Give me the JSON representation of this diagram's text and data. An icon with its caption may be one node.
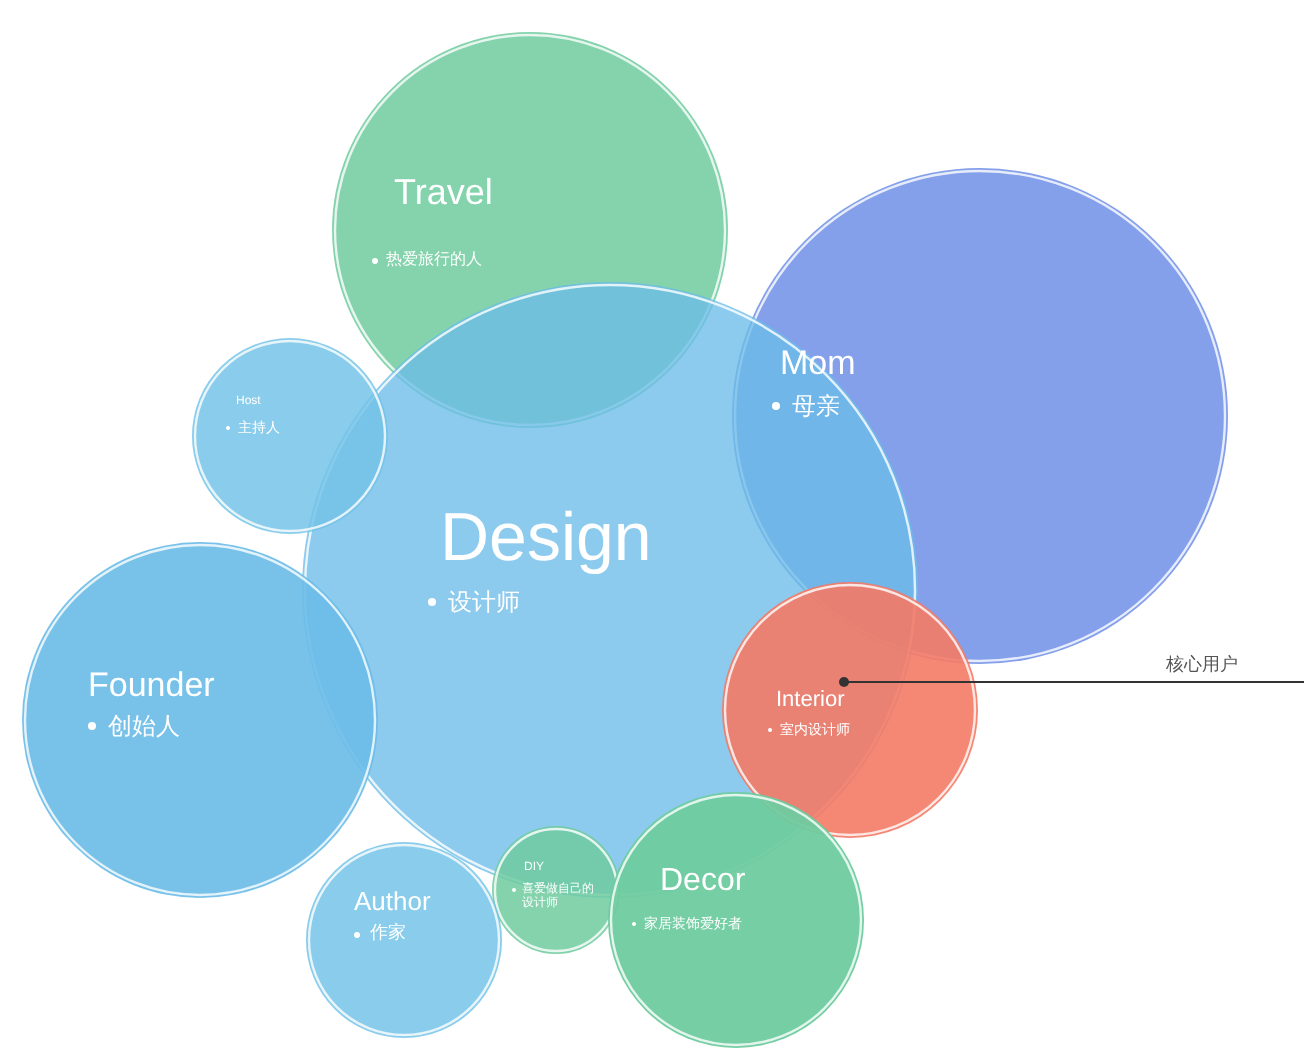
{
  "diagram": {
    "nodes": [
      {
        "text": [
          "Travel",
          "热爱旅行的人"
        ]
      },
      {
        "text": [
          "Host",
          "主持人"
        ]
      },
      {
        "text": [
          "Mom",
          "母亲"
        ]
      },
      {
        "text": [
          "Design",
          "设计师"
        ]
      },
      {
        "text": [
          "Founder",
          "创始人"
        ]
      },
      {
        "text": [
          "Interior",
          "室内设计师"
        ]
      },
      {
        "text": [
          "核心用户"
        ]
      },
      {
        "text": [
          "DIY",
          "喜爱做自己的设计师"
        ]
      },
      {
        "text": [
          "Author",
          "作家"
        ]
      },
      {
        "text": [
          "Decor",
          "家居装饰爱好者"
        ]
      }
    ],
    "edges": [
      {
        "from": 6,
        "to": 5,
        "arrow": "other"
      }
    ]
  }
}
